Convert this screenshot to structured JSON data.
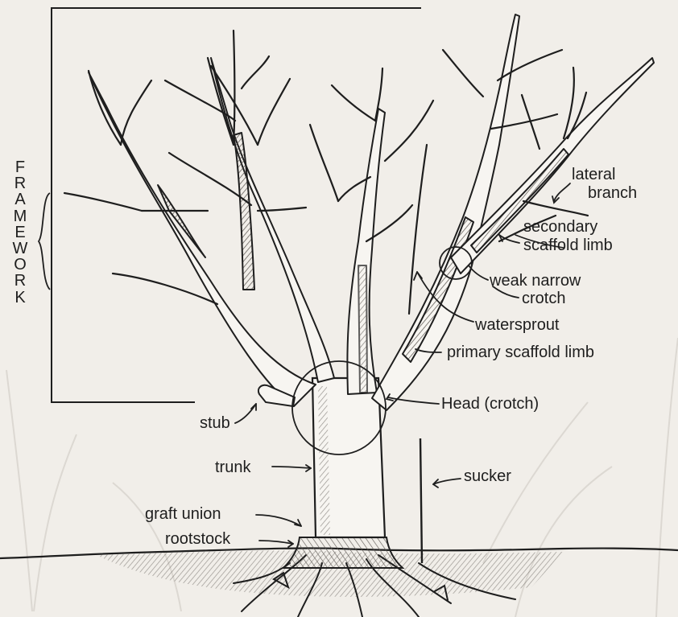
{
  "diagram": {
    "framework_letters": [
      "F",
      "R",
      "A",
      "M",
      "E",
      "W",
      "O",
      "R",
      "K"
    ],
    "labels": {
      "lateral_branch_1": "lateral",
      "lateral_branch_2": "branch",
      "secondary_scaffold_1": "secondary",
      "secondary_scaffold_2": "scaffold limb",
      "weak_crotch_1": "weak narrow",
      "weak_crotch_2": "crotch",
      "watersprout": "watersprout",
      "primary_scaffold": "primary scaffold limb",
      "head": "Head (crotch)",
      "stub": "stub",
      "trunk": "trunk",
      "sucker": "sucker",
      "graft_union": "graft union",
      "rootstock": "rootstock"
    },
    "colors": {
      "paper": "#f1eee9",
      "ink": "#1e1e1e",
      "shade": "#6e6a66",
      "faint": "#d9d5d0"
    }
  }
}
